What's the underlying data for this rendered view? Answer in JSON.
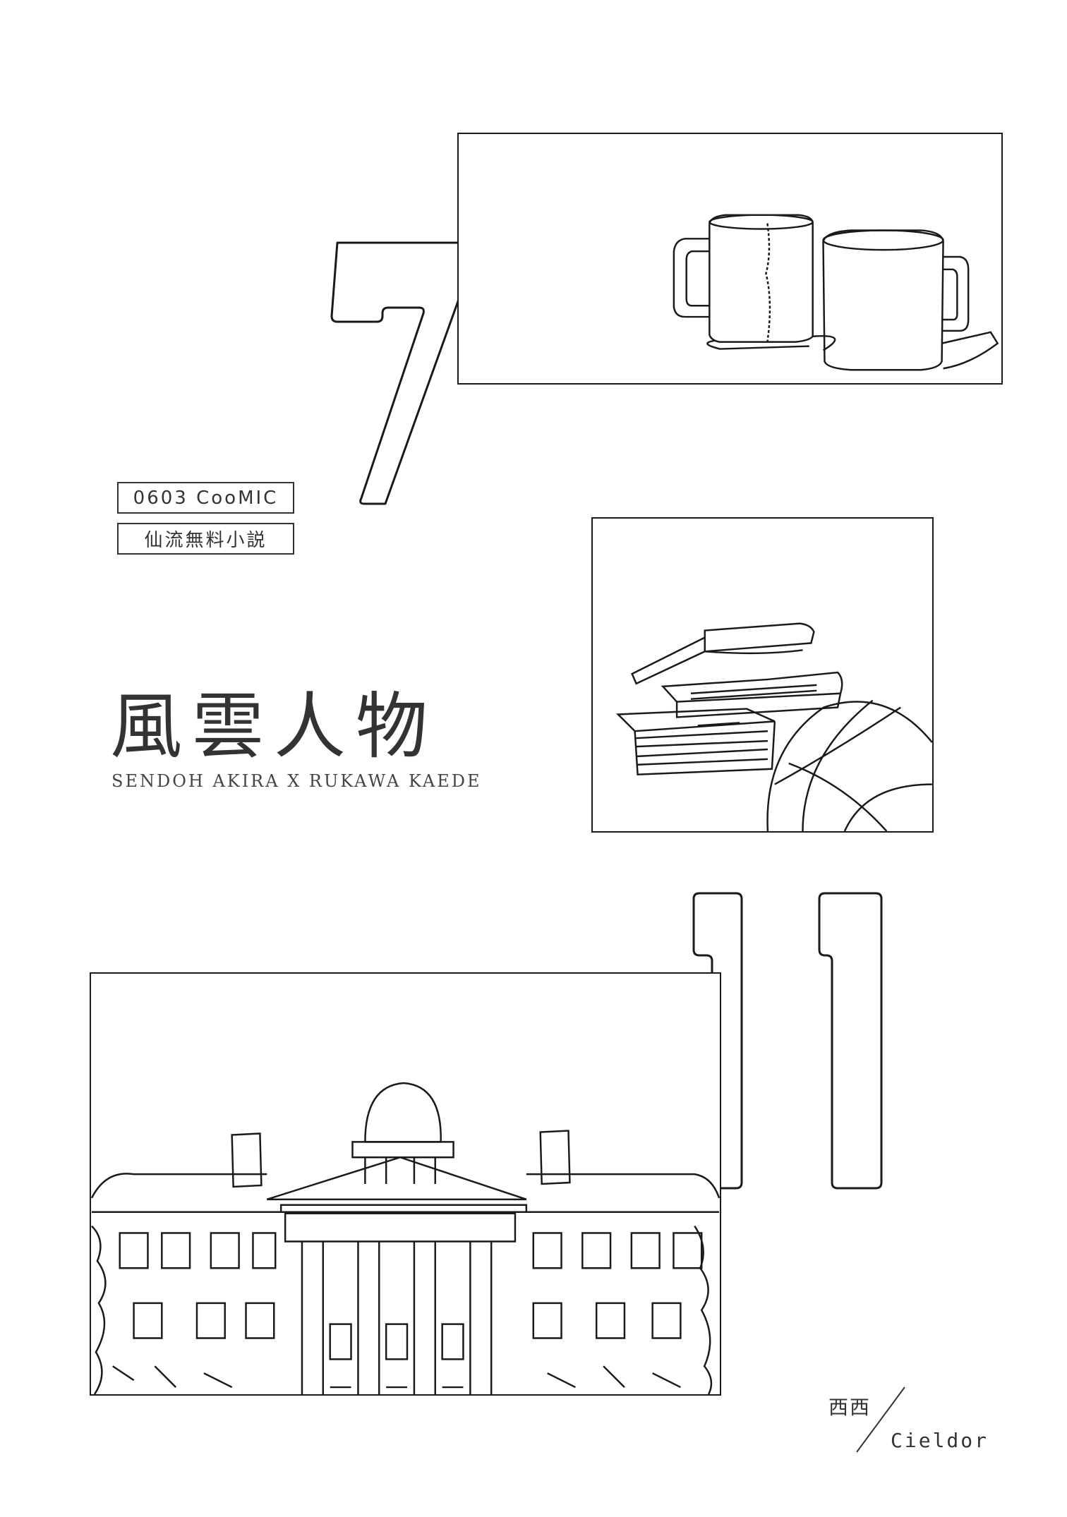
{
  "tags": {
    "event": "0603 CooMIC",
    "category": "仙流無料小説"
  },
  "title": "風雲人物",
  "subtitle": "SENDOH AKIRA X RUKAWA KAEDE",
  "numbers": {
    "top": "7",
    "bottom": "11"
  },
  "signature": {
    "chinese": "西西",
    "english": "Cieldor"
  },
  "illustrations": [
    "mugs-illustration",
    "books-basketball-illustration",
    "building-illustration"
  ],
  "colors": {
    "background": "#ffffff",
    "line": "#1a1a1a"
  }
}
